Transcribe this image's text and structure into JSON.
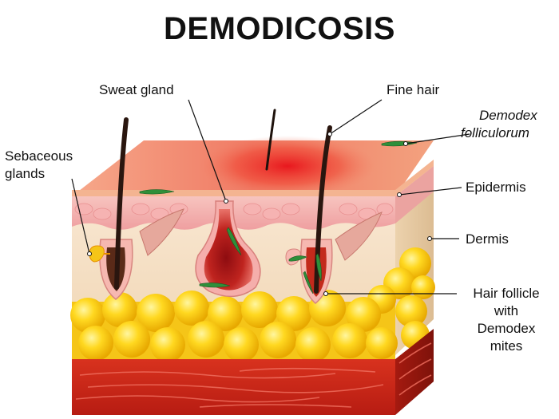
{
  "title": "DEMODICOSIS",
  "labels": {
    "sweat_gland": "Sweat gland",
    "fine_hair": "Fine hair",
    "demodex_line1": "Demodex",
    "demodex_line2": "folliculorum",
    "sebaceous_line1": "Sebaceous",
    "sebaceous_line2": "glands",
    "epidermis": "Epidermis",
    "dermis": "Dermis",
    "follicle_line1": "Hair follicle",
    "follicle_line2": "with",
    "follicle_line3": "Demodex",
    "follicle_line4": "mites"
  }
}
